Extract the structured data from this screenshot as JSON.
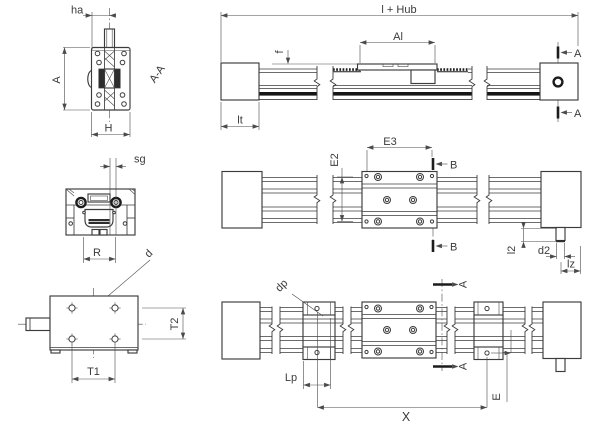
{
  "drawing": {
    "labels": {
      "ha": "ha",
      "a_dim": "A",
      "section_aa": "A-A",
      "h": "H",
      "sg": "sg",
      "r": "R",
      "d": "d",
      "t2": "T2",
      "t1": "T1",
      "l_hub": "l + Hub",
      "f": "f",
      "al": "Al",
      "lt": "lt",
      "a_section": "A",
      "e3": "E3",
      "e2": "E2",
      "b_section": "B",
      "l2": "l2",
      "d2": "d2",
      "lz": "lz",
      "dp": "dp",
      "lp": "Lp",
      "x": "X",
      "e": "E"
    },
    "colors": {
      "line": "#3c3c3c",
      "dim": "#4a4a4a",
      "text": "#3a3a3a",
      "belt": "#161616",
      "background": "#ffffff"
    }
  }
}
